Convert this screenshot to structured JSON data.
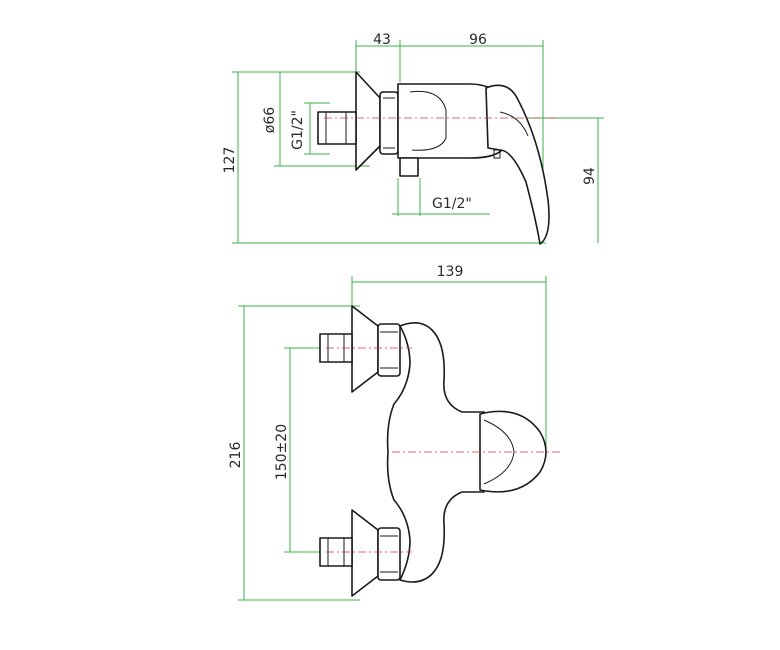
{
  "top_view": {
    "dims": {
      "depth_back": "43",
      "depth_front": "96",
      "height_total": "127",
      "rosette_dia": "ø66",
      "thread_inlet": "G1/2\"",
      "thread_outlet": "G1/2\"",
      "handle_height": "94"
    }
  },
  "front_view": {
    "dims": {
      "width_total": "139",
      "height_total": "216",
      "center_distance": "150±20"
    }
  },
  "colors": {
    "dimension_line": "#3bb34a",
    "center_line": "#d23a3a",
    "outline": "#1a1a1a"
  }
}
